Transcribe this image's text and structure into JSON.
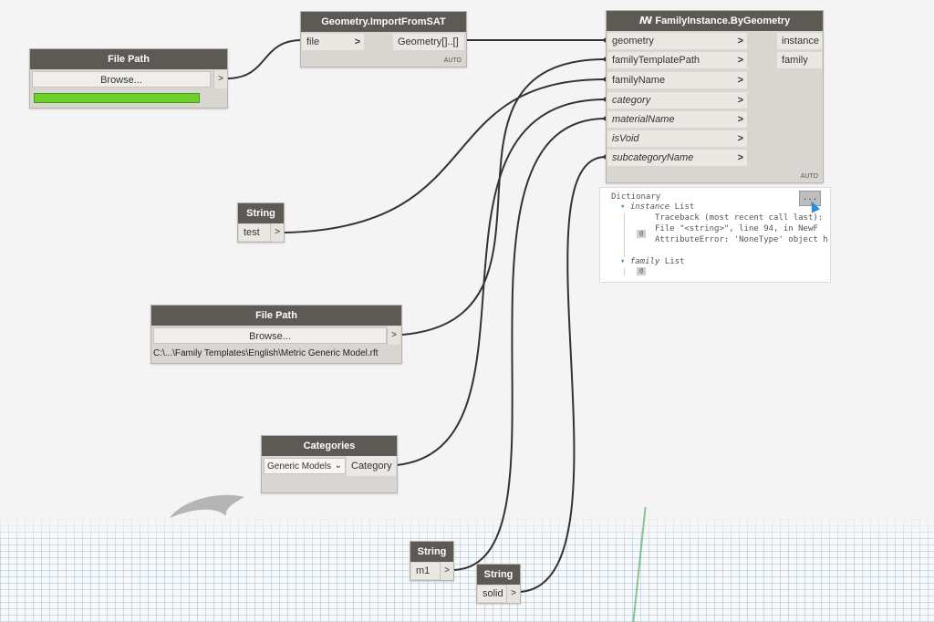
{
  "nodes": {
    "file_path_1": {
      "title": "File Path",
      "browse_label": "Browse...",
      "output_arrow": ">"
    },
    "import_sat": {
      "title": "Geometry.ImportFromSAT",
      "input_label": "file",
      "output_label": "Geometry[]..[]",
      "auto": "AUTO",
      "arrow": ">"
    },
    "family_instance": {
      "title_prefix": "ꟿ",
      "title": "FamilyInstance.ByGeometry",
      "inputs": [
        "geometry",
        "familyTemplatePath",
        "familyName",
        "category",
        "materialName",
        "isVoid",
        "subcategoryName"
      ],
      "outputs": [
        "instance",
        "family"
      ],
      "arrow": ">",
      "auto": "AUTO"
    },
    "string_test": {
      "title": "String",
      "value": "test",
      "arrow": ">"
    },
    "file_path_2": {
      "title": "File Path",
      "browse_label": "Browse...",
      "arrow": ">",
      "path": "C:\\...\\Family Templates\\English\\Metric Generic Model.rft"
    },
    "categories": {
      "title": "Categories",
      "selected": "Generic Models",
      "output_label": "Category",
      "caret": "⌄"
    },
    "string_m1": {
      "title": "String",
      "value": "m1",
      "arrow": ">"
    },
    "string_solid": {
      "title": "String",
      "value": "solid",
      "arrow": ">"
    }
  },
  "preview": {
    "pin_label": "...",
    "root": "Dictionary",
    "instance_key": "instance",
    "instance_type": "List",
    "traceback": [
      "Traceback (most recent call last):",
      "  File \"<string>\", line 94, in NewF",
      "AttributeError: 'NoneType' object h"
    ],
    "family_key": "family",
    "family_type": "List",
    "index": "@"
  },
  "colors": {
    "node_header": "#5d5955",
    "node_body": "#d9d6d1",
    "wire": "#333333",
    "progress": "#6ed12b"
  }
}
